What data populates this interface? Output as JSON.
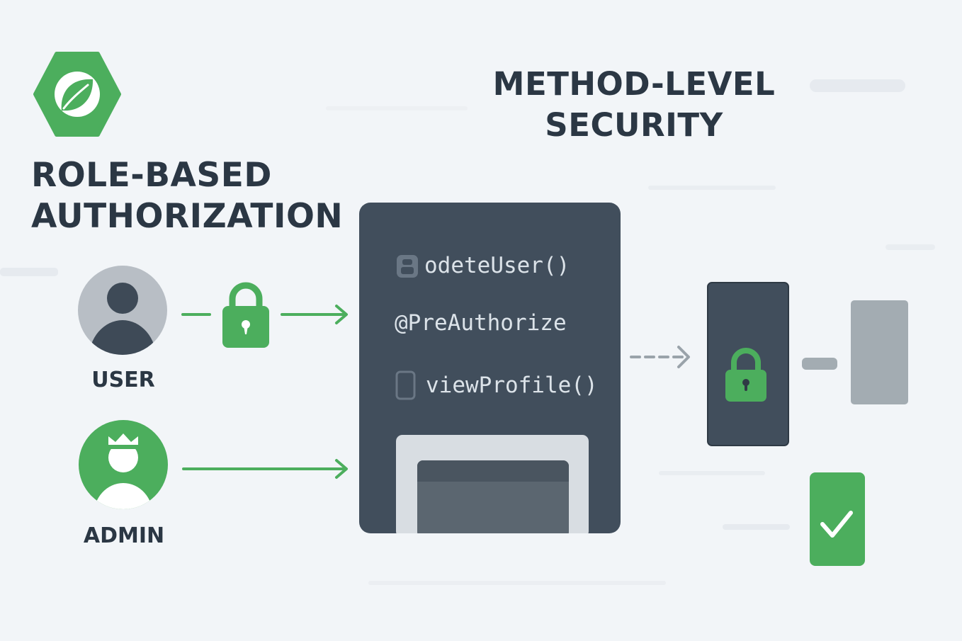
{
  "titles": {
    "left_line1": "ROLE-BASED",
    "left_line2": "AUTHORIZATION",
    "right_line1": "METHOD-LEVEL",
    "right_line2": "SECURITY"
  },
  "roles": {
    "user": "USER",
    "admin": "ADMIN"
  },
  "code_panel": {
    "method1": "odeteUser()",
    "annotation": "@PreAuthorize",
    "method2": "viewProfile()"
  },
  "colors": {
    "background": "#f2f5f8",
    "brand_green": "#4cae5d",
    "dark_panel": "#414e5c",
    "text_dark": "#2b3744",
    "grey_block": "#a3acb2"
  },
  "icons": [
    "spring-leaf-icon",
    "user-avatar-icon",
    "admin-crown-avatar-icon",
    "padlock-icon",
    "checkmark-icon"
  ]
}
